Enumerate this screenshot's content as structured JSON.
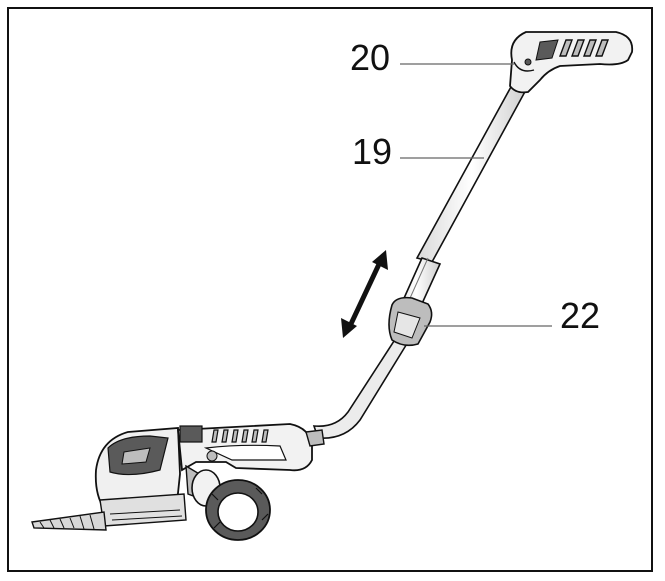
{
  "callouts": [
    {
      "id": "20",
      "label": "20"
    },
    {
      "id": "19",
      "label": "19"
    },
    {
      "id": "22",
      "label": "22"
    }
  ],
  "colors": {
    "line": "#111111",
    "fill_light": "#f2f2f2",
    "fill_mid": "#bdbdbd",
    "fill_dark": "#5a5a5a"
  }
}
